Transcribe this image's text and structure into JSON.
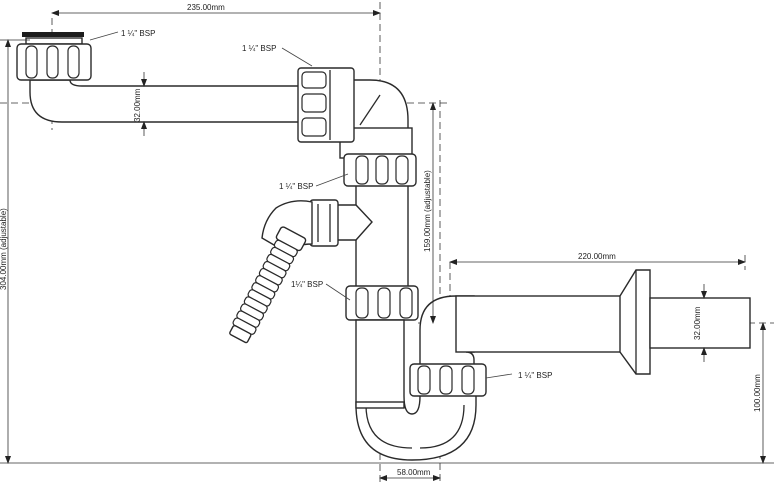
{
  "dimensions": {
    "width_top": "235.00mm",
    "pipe_dia_left": "32.00mm",
    "height_total": "304.00mm (adjustable)",
    "height_middle": "159.00mm (adjustable)",
    "width_right": "220.00mm",
    "pipe_dia_right": "32.00mm",
    "height_right": "100.00mm",
    "width_bottom": "58.00mm"
  },
  "callouts": {
    "top_inlet": "1 ¼\" BSP",
    "upper_junction": "1 ¼\" BSP",
    "middle_nut": "1 ¼\" BSP",
    "lower_nut": "1¼\" BSP",
    "right_nut": "1 ¼\" BSP"
  }
}
